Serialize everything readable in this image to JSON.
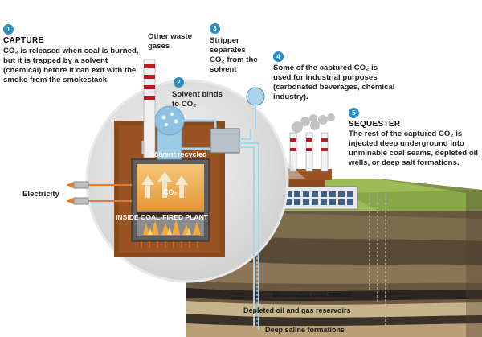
{
  "steps": [
    {
      "number": "1",
      "title": "CAPTURE",
      "text": "CO₂ is released when coal is burned, but it is trapped by a solvent (chemical) before it can exit with the smoke from the smokestack."
    },
    {
      "number": "2",
      "text": "Solvent binds to CO₂"
    },
    {
      "number": "3",
      "text": "Stripper separates CO₂ from the solvent"
    },
    {
      "number": "4",
      "text": "Some of the captured CO₂ is used for industrial purposes (carbonated beverages, chemical industry)."
    },
    {
      "number": "5",
      "title": "SEQUESTER",
      "text": "The rest of the captured CO₂ is injected deep underground into unminable coal seams, depleted oil wells, or deep salt formations."
    }
  ],
  "labels": {
    "other_waste_gases": "Other waste gases",
    "solvent_recycled": "Solvent recycled",
    "co2": "CO₂",
    "inside_plant": "INSIDE COAL-FIRED PLANT",
    "electricity": "Electricity"
  },
  "layers": {
    "coal": "Unminable coal seams",
    "oil_gas": "Depleted oil and gas reservoirs",
    "saline": "Deep saline formations"
  },
  "colors": {
    "badge": "#2a8fc4",
    "building_brown": "#8a4a1c",
    "soil_green": "#8fb24a",
    "pipe_blue": "#a9d4ec"
  }
}
